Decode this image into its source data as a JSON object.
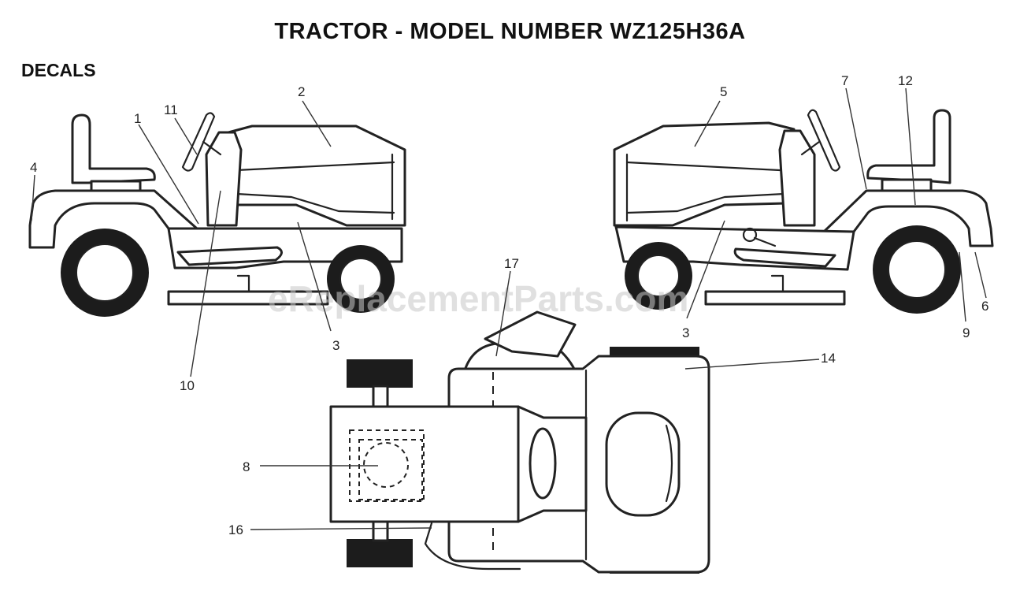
{
  "title": "TRACTOR  - MODEL NUMBER WZ125H36A",
  "section_label": "DECALS",
  "watermark": "eReplacementParts.com",
  "callouts": {
    "c1": "1",
    "c2": "2",
    "c3a": "3",
    "c3b": "3",
    "c4": "4",
    "c5": "5",
    "c6": "6",
    "c7": "7",
    "c8": "8",
    "c9": "9",
    "c10": "10",
    "c11": "11",
    "c12": "12",
    "c14": "14",
    "c16": "16",
    "c17": "17"
  },
  "colors": {
    "line": "#222222",
    "tread": "#1c1c1c",
    "background": "#ffffff"
  }
}
